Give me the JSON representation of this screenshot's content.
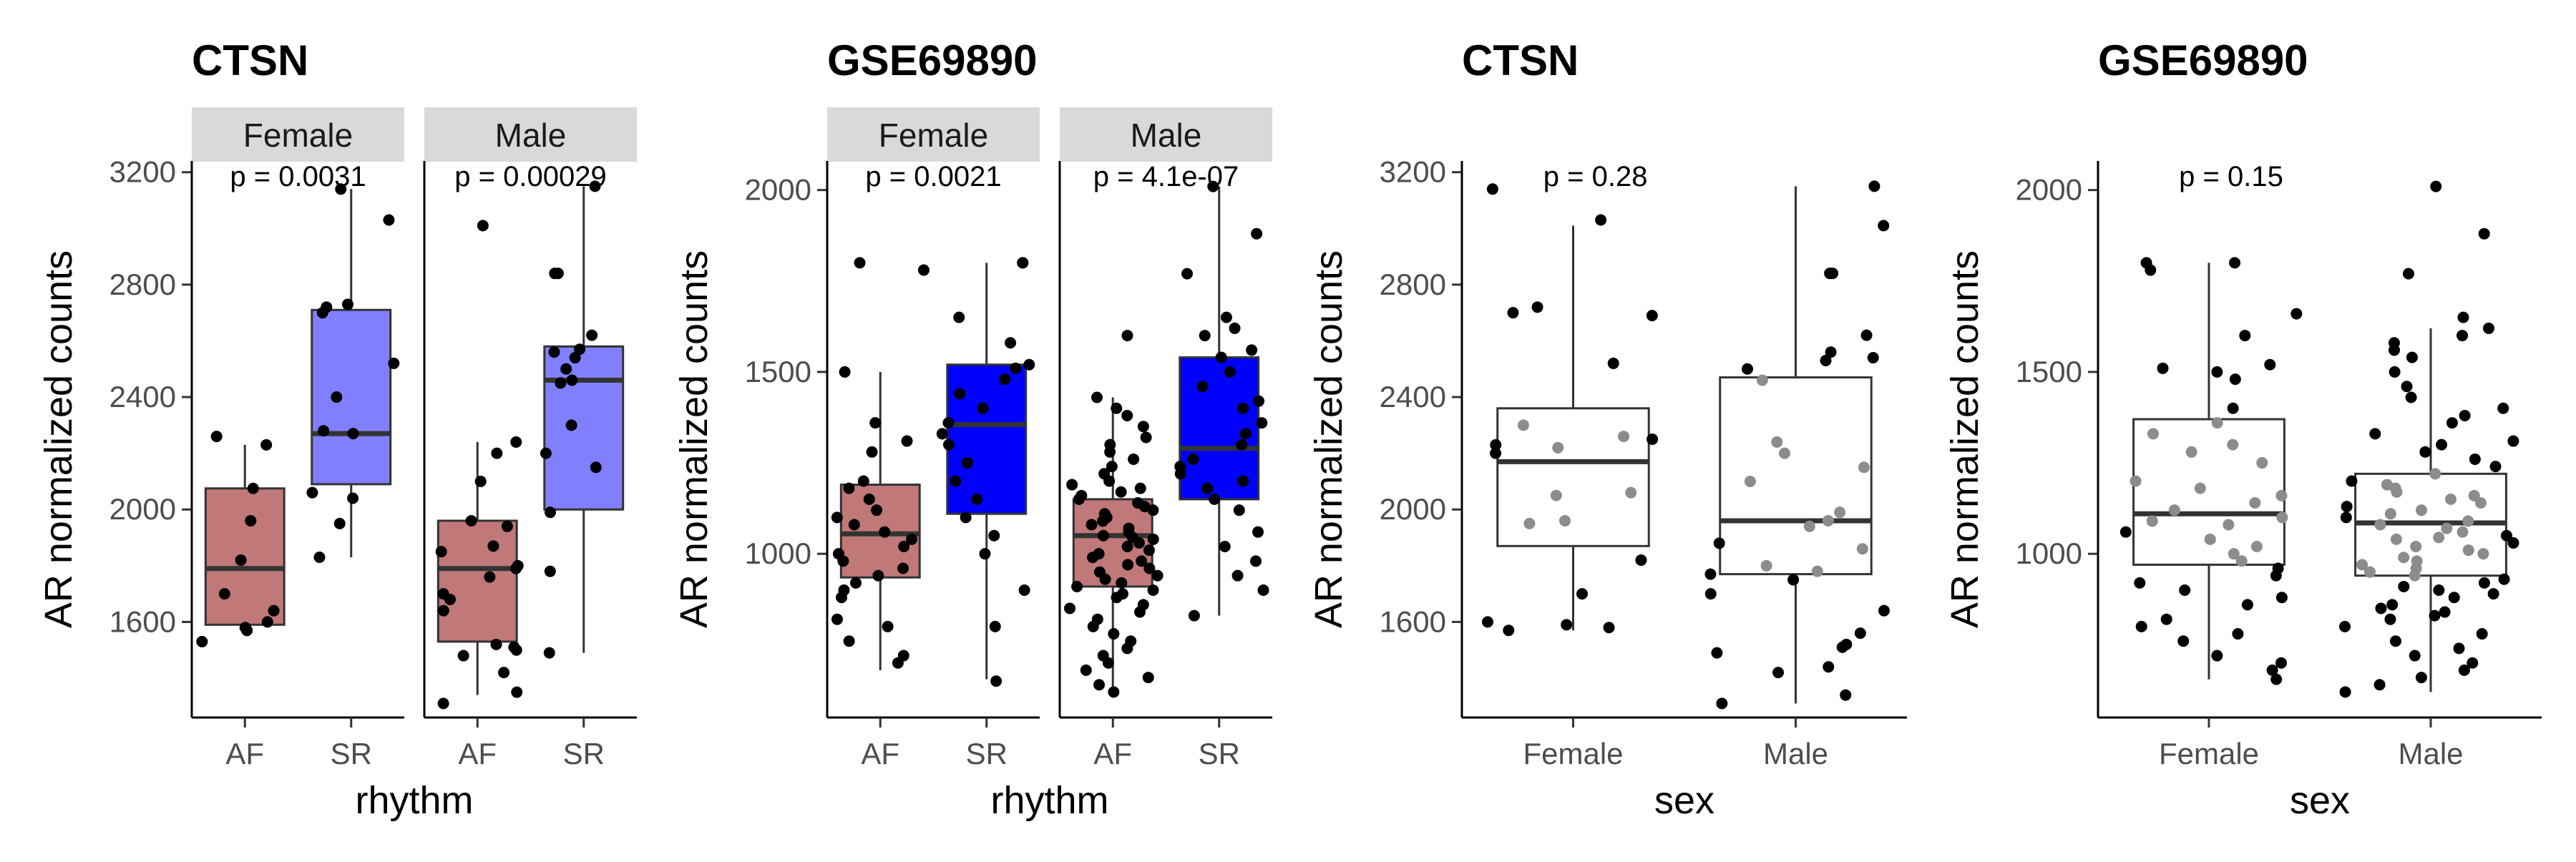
{
  "chart_data": [
    {
      "type": "box",
      "title": "CTSN",
      "xlabel": "rhythm",
      "ylabel": "AR normalized counts",
      "ylim": [
        1260,
        3240
      ],
      "yticks": [
        1600,
        2000,
        2400,
        2800,
        3200
      ],
      "tick_labels": [
        "1600",
        "2000",
        "2400",
        "2800",
        "3200"
      ],
      "facets": [
        {
          "label": "Female",
          "pvalue": "p = 0.0031",
          "categories": [
            "AF",
            "SR"
          ],
          "boxes": [
            {
              "group": "AF",
              "fill": "#c07878",
              "q1": 1590,
              "median": 1790,
              "q3": 2075,
              "whisker_low": 1580,
              "whisker_high": 2230,
              "points": [
                2260,
                2230,
                1960,
                1820,
                1700,
                1640,
                1600,
                1580,
                1570,
                1570,
                1530,
                2075
              ]
            },
            {
              "group": "SR",
              "fill": "#8080ff",
              "q1": 2090,
              "median": 2270,
              "q3": 2710,
              "whisker_low": 1830,
              "whisker_high": 3140,
              "points": [
                3140,
                3030,
                2730,
                2720,
                2700,
                2520,
                2400,
                2280,
                2270,
                2060,
                2040,
                1950,
                1830
              ]
            }
          ]
        },
        {
          "label": "Male",
          "pvalue": "p = 0.00029",
          "categories": [
            "AF",
            "SR"
          ],
          "boxes": [
            {
              "group": "AF",
              "fill": "#c07878",
              "q1": 1530,
              "median": 1790,
              "q3": 1960,
              "whisker_low": 1340,
              "whisker_high": 2240,
              "points": [
                3010,
                2240,
                2200,
                2100,
                1960,
                1940,
                1870,
                1850,
                1800,
                1790,
                1760,
                1700,
                1680,
                1640,
                1520,
                1510,
                1500,
                1480,
                1420,
                1350,
                1310
              ]
            },
            {
              "group": "SR",
              "fill": "#8080ff",
              "q1": 2000,
              "median": 2460,
              "q3": 2580,
              "whisker_low": 1490,
              "whisker_high": 3150,
              "points": [
                3150,
                2840,
                2840,
                2620,
                2570,
                2560,
                2540,
                2500,
                2460,
                2450,
                2300,
                2200,
                2150,
                1990,
                1780,
                1490
              ]
            }
          ]
        }
      ]
    },
    {
      "type": "box",
      "title": "GSE69890",
      "xlabel": "rhythm",
      "ylabel": "AR normalized counts",
      "ylim": [
        550,
        2080
      ],
      "yticks": [
        1000,
        1500,
        2000
      ],
      "tick_labels": [
        "1000",
        "1500",
        "2000"
      ],
      "facets": [
        {
          "label": "Female",
          "pvalue": "p = 0.0021",
          "categories": [
            "AF",
            "SR"
          ],
          "boxes": [
            {
              "group": "AF",
              "fill": "#c07878",
              "q1": 935,
              "median": 1055,
              "q3": 1190,
              "whisker_low": 680,
              "whisker_high": 1500,
              "points": [
                1800,
                1780,
                1500,
                1360,
                1310,
                1280,
                1200,
                1180,
                1150,
                1120,
                1100,
                1080,
                1060,
                1040,
                1020,
                1000,
                980,
                960,
                940,
                920,
                900,
                880,
                820,
                800,
                760,
                720,
                700
              ]
            },
            {
              "group": "SR",
              "fill": "#0000ff",
              "q1": 1110,
              "median": 1355,
              "q3": 1520,
              "whisker_low": 655,
              "whisker_high": 1800,
              "points": [
                1800,
                1800,
                1650,
                1580,
                1520,
                1510,
                1480,
                1440,
                1400,
                1360,
                1330,
                1300,
                1250,
                1200,
                1150,
                1100,
                1050,
                1000,
                900,
                800,
                650
              ]
            }
          ]
        },
        {
          "label": "Male",
          "pvalue": "p = 4.1e-07",
          "categories": [
            "AF",
            "SR"
          ],
          "boxes": [
            {
              "group": "AF",
              "fill": "#c07878",
              "q1": 910,
              "median": 1050,
              "q3": 1150,
              "whisker_low": 620,
              "whisker_high": 1430,
              "points": [
                1600,
                1430,
                1400,
                1380,
                1350,
                1320,
                1300,
                1280,
                1260,
                1240,
                1220,
                1200,
                1190,
                1180,
                1170,
                1160,
                1150,
                1140,
                1130,
                1120,
                1110,
                1100,
                1090,
                1080,
                1070,
                1060,
                1050,
                1045,
                1040,
                1030,
                1020,
                1010,
                1000,
                990,
                980,
                970,
                960,
                950,
                940,
                930,
                920,
                910,
                900,
                890,
                880,
                860,
                850,
                840,
                820,
                800,
                780,
                760,
                740,
                720,
                700,
                680,
                660,
                640,
                620
              ]
            },
            {
              "group": "SR",
              "fill": "#0000ff",
              "q1": 1150,
              "median": 1290,
              "q3": 1540,
              "whisker_low": 830,
              "whisker_high": 2010,
              "points": [
                2010,
                1880,
                1770,
                1650,
                1620,
                1600,
                1560,
                1540,
                1500,
                1460,
                1420,
                1400,
                1360,
                1330,
                1300,
                1260,
                1240,
                1220,
                1200,
                1180,
                1150,
                1120,
                1060,
                1020,
                980,
                940,
                900,
                830
              ]
            }
          ]
        }
      ]
    },
    {
      "type": "box",
      "title": "CTSN",
      "xlabel": "sex",
      "ylabel": "AR normalized counts",
      "ylim": [
        1260,
        3240
      ],
      "yticks": [
        1600,
        2000,
        2400,
        2800,
        3200
      ],
      "tick_labels": [
        "1600",
        "2000",
        "2400",
        "2800",
        "3200"
      ],
      "facets": [
        {
          "label": "",
          "pvalue": "p = 0.28",
          "categories": [
            "Female",
            "Male"
          ],
          "boxes": [
            {
              "group": "Female",
              "fill": "#ffffff",
              "q1": 1870,
              "median": 2170,
              "q3": 2360,
              "whisker_low": 1570,
              "whisker_high": 3010,
              "points": [
                3140,
                3030,
                2720,
                2700,
                2690,
                2520,
                2300,
                2260,
                2250,
                2230,
                2220,
                2200,
                2060,
                2050,
                1960,
                1950,
                1820,
                1700,
                1600,
                1590,
                1580,
                1570
              ]
            },
            {
              "group": "Male",
              "fill": "#ffffff",
              "q1": 1770,
              "median": 1960,
              "q3": 2470,
              "whisker_low": 1310,
              "whisker_high": 3150,
              "points": [
                3150,
                3010,
                2840,
                2840,
                2620,
                2560,
                2540,
                2530,
                2500,
                2460,
                2240,
                2200,
                2150,
                2100,
                1990,
                1960,
                1940,
                1880,
                1860,
                1800,
                1780,
                1770,
                1750,
                1700,
                1640,
                1560,
                1520,
                1510,
                1490,
                1440,
                1420,
                1340,
                1310
              ]
            }
          ]
        }
      ]
    },
    {
      "type": "box",
      "title": "GSE69890",
      "xlabel": "sex",
      "ylabel": "AR normalized counts",
      "ylim": [
        550,
        2080
      ],
      "yticks": [
        1000,
        1500,
        2000
      ],
      "tick_labels": [
        "1000",
        "1500",
        "2000"
      ],
      "facets": [
        {
          "label": "",
          "pvalue": "p = 0.15",
          "categories": [
            "Female",
            "Male"
          ],
          "boxes": [
            {
              "group": "Female",
              "fill": "#ffffff",
              "q1": 970,
              "median": 1110,
              "q3": 1370,
              "whisker_low": 655,
              "whisker_high": 1800,
              "points": [
                1800,
                1800,
                1780,
                1660,
                1600,
                1520,
                1510,
                1500,
                1480,
                1400,
                1360,
                1330,
                1300,
                1280,
                1250,
                1200,
                1180,
                1160,
                1140,
                1120,
                1100,
                1090,
                1080,
                1060,
                1040,
                1020,
                1000,
                980,
                960,
                940,
                920,
                900,
                880,
                860,
                820,
                800,
                780,
                760,
                720,
                700,
                680,
                655
              ]
            },
            {
              "group": "Male",
              "fill": "#ffffff",
              "q1": 940,
              "median": 1085,
              "q3": 1220,
              "whisker_low": 620,
              "whisker_high": 1620,
              "points": [
                2010,
                1880,
                1770,
                1650,
                1620,
                1600,
                1580,
                1560,
                1540,
                1500,
                1460,
                1430,
                1400,
                1380,
                1360,
                1330,
                1310,
                1300,
                1280,
                1260,
                1240,
                1220,
                1200,
                1190,
                1180,
                1170,
                1160,
                1150,
                1140,
                1130,
                1120,
                1110,
                1100,
                1090,
                1080,
                1070,
                1060,
                1050,
                1045,
                1040,
                1030,
                1020,
                1010,
                1000,
                990,
                980,
                970,
                960,
                950,
                940,
                930,
                920,
                910,
                900,
                890,
                880,
                860,
                850,
                840,
                830,
                820,
                800,
                780,
                760,
                740,
                720,
                700,
                680,
                660,
                640,
                620
              ]
            }
          ]
        }
      ]
    }
  ]
}
